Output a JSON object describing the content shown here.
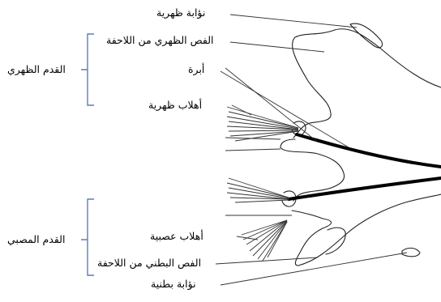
{
  "labels": {
    "dorsal_cirrus": "نؤابة ظهرية",
    "dorsal_lobe": "الفص الظهري من اللاحفة",
    "aciculum": "أبرة",
    "dorsal_setae": "أهلاب ظهرية",
    "notopodium": "القدم الظهري",
    "neuropodium": "القدم المصبي",
    "ventral_setae": "أهلاب عصبية",
    "ventral_lobe": "الفص البطني من اللاحفة",
    "ventral_cirrus": "نؤابة بطنية"
  }
}
